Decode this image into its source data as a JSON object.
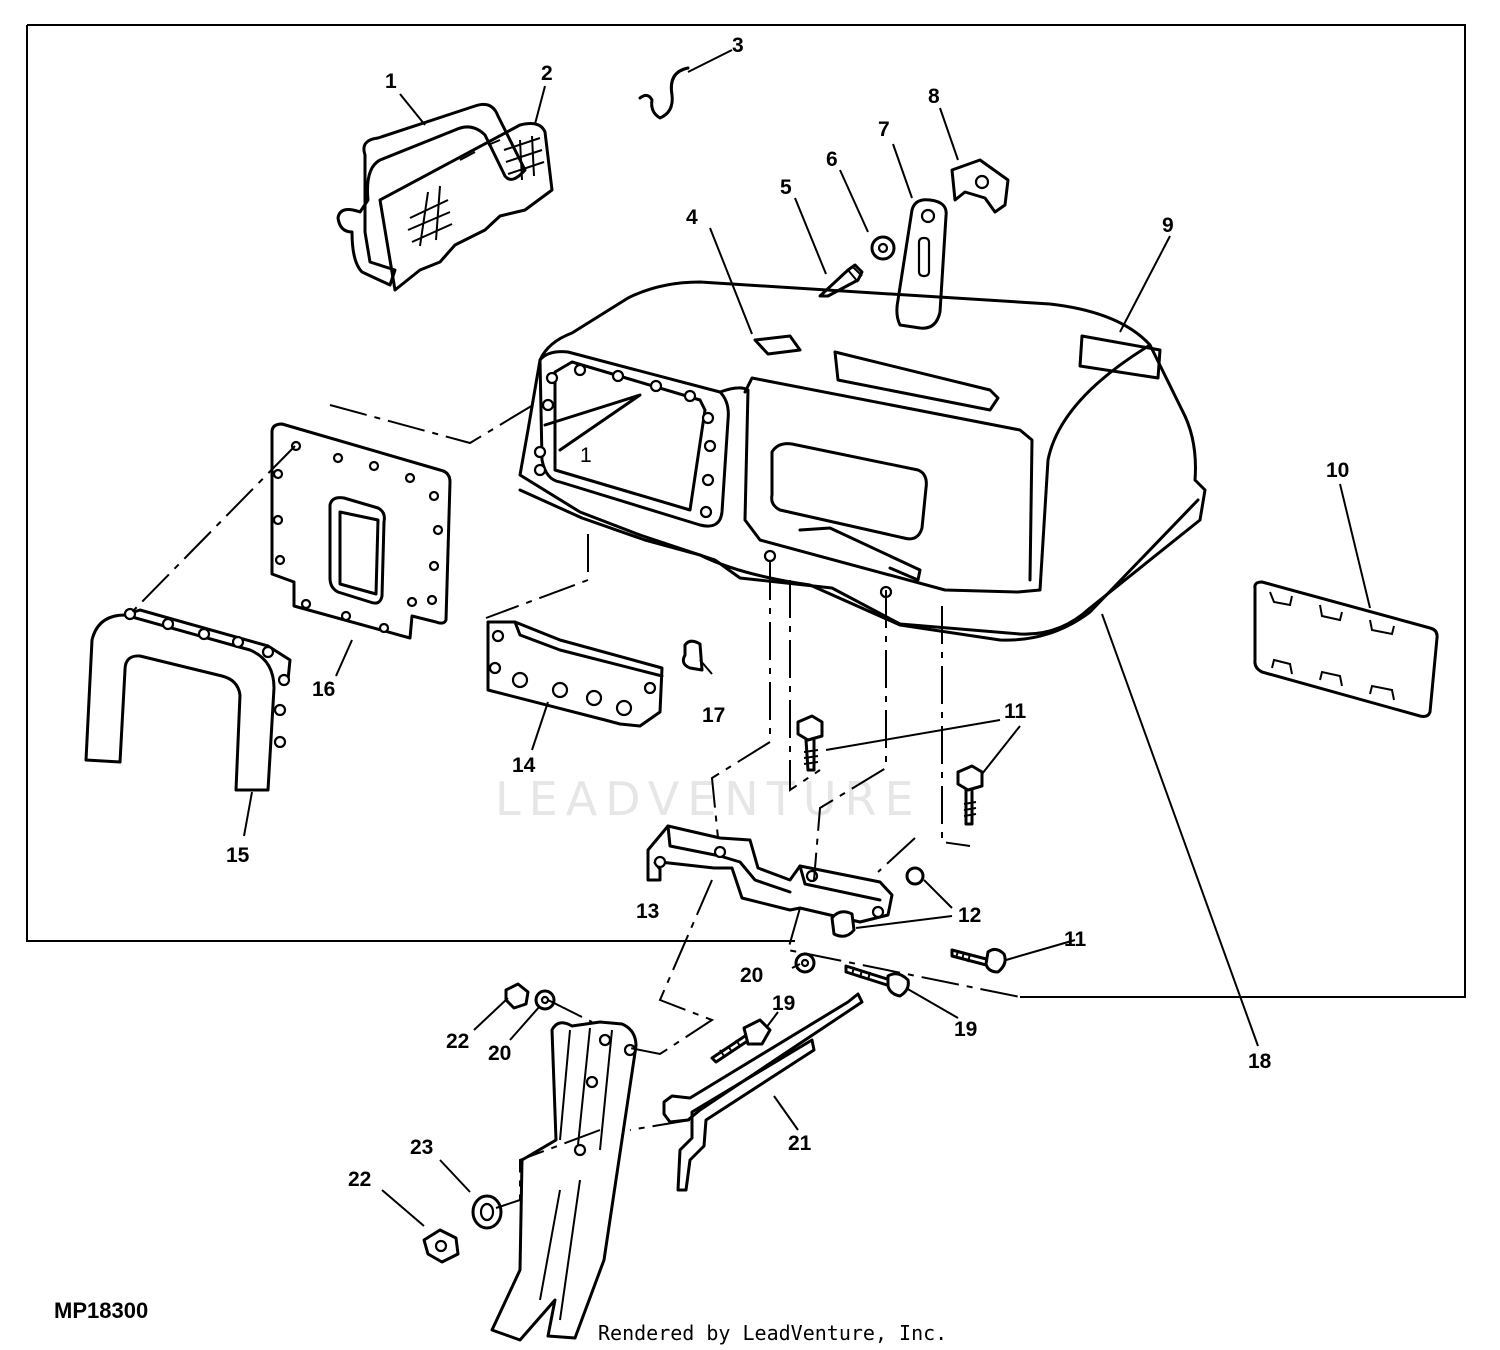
{
  "diagram": {
    "figure_code": "MP18300",
    "credit": "Rendered by LeadVenture, Inc.",
    "watermark": "LEADVENTURE",
    "callouts": {
      "c1": "1",
      "c1b": "1",
      "c2": "2",
      "c3": "3",
      "c4": "4",
      "c5": "5",
      "c6": "6",
      "c7": "7",
      "c8": "8",
      "c9": "9",
      "c10": "10",
      "c11a": "11",
      "c11b": "11",
      "c12": "12",
      "c13": "13",
      "c14": "14",
      "c15": "15",
      "c16": "16",
      "c17": "17",
      "c18": "18",
      "c19a": "19",
      "c19b": "19",
      "c20a": "20",
      "c20b": "20",
      "c21": "21",
      "c22a": "22",
      "c22b": "22",
      "c23": "23"
    }
  }
}
